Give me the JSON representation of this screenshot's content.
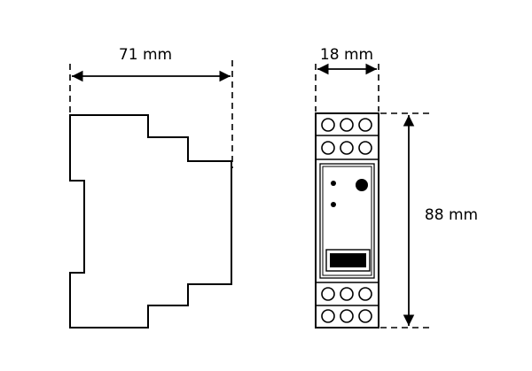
{
  "dimensions": {
    "width_label": "71 mm",
    "depth_label": "18 mm",
    "height_label": "88 mm"
  },
  "colors": {
    "line": "#000000",
    "background": "#ffffff"
  }
}
